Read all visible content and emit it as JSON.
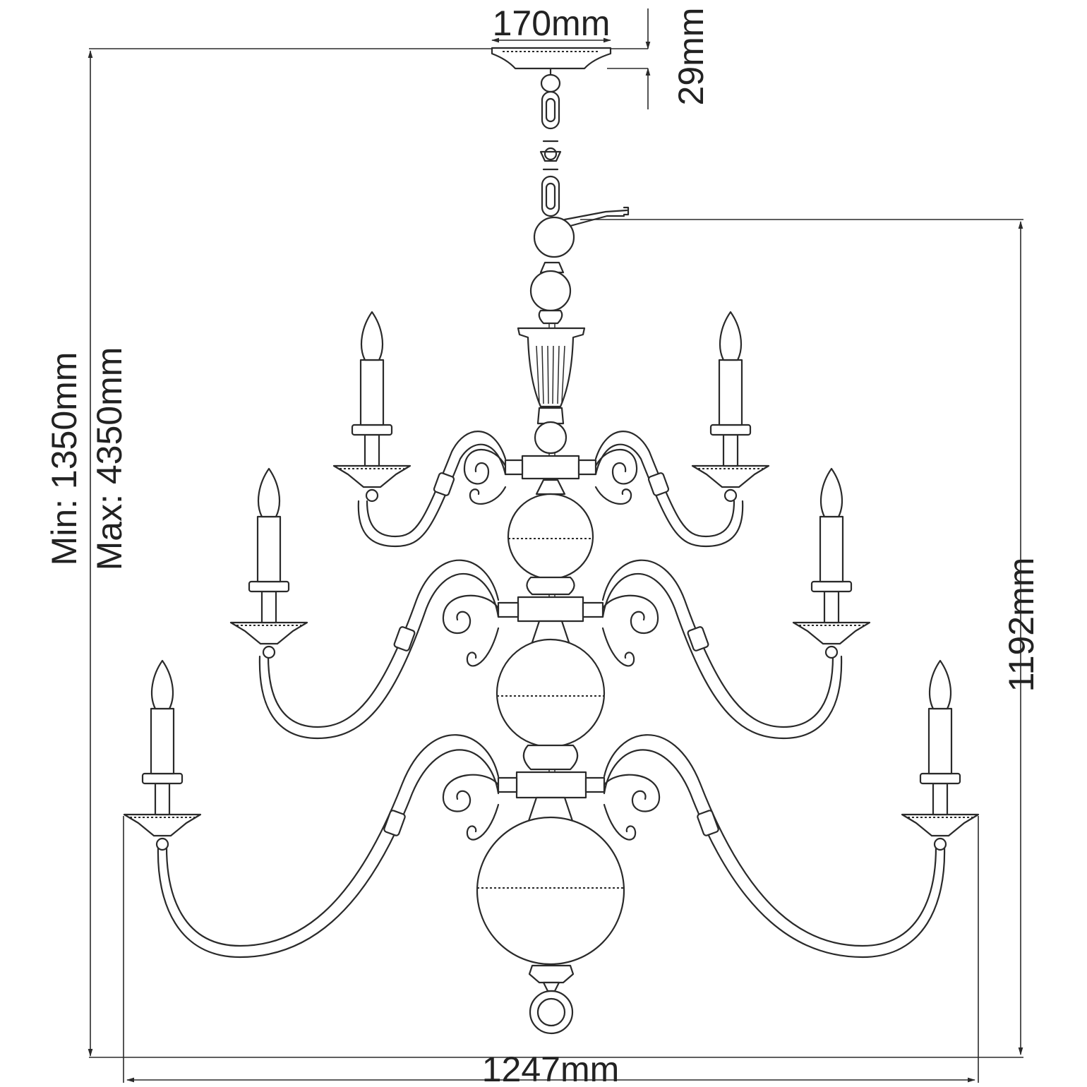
{
  "dimensions": {
    "canopy_width": "170mm",
    "canopy_height": "29mm",
    "overall_height_min": "Min: 1350mm",
    "overall_height_max": "Max: 4350mm",
    "body_height": "1192mm",
    "overall_width": "1247mm"
  }
}
